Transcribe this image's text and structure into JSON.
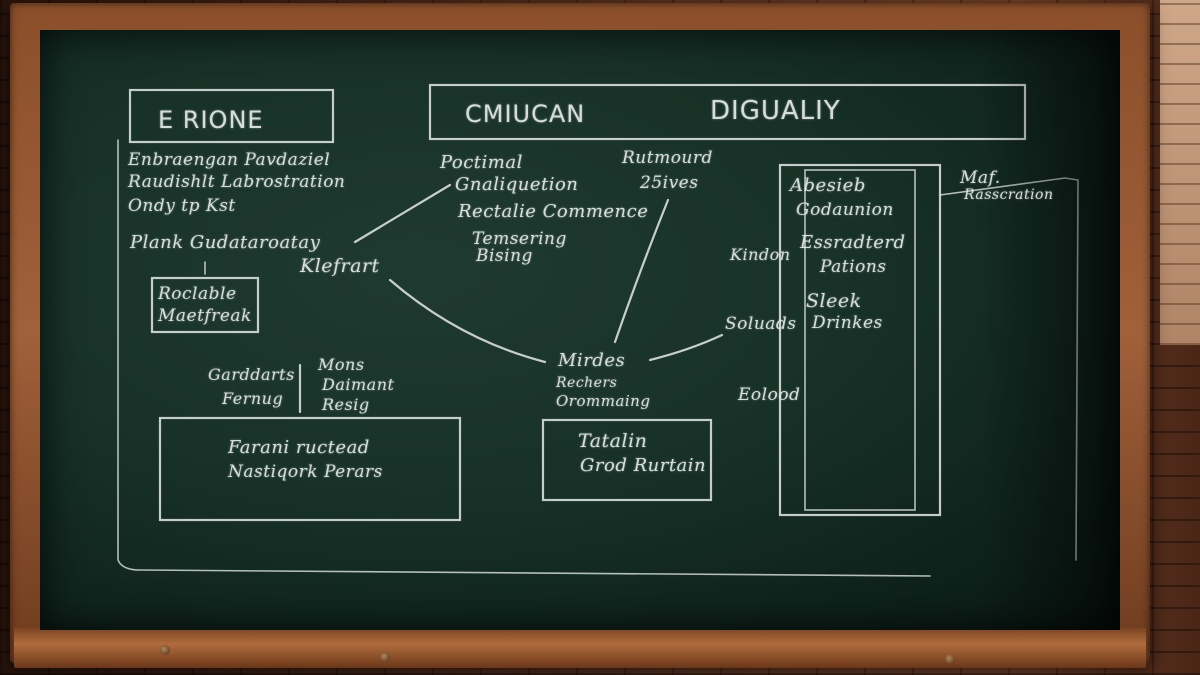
{
  "titles": {
    "left": "E RIONE",
    "center_left": "CMIUCAN",
    "center_right": "DIGUALIY"
  },
  "left_notes": {
    "line1": "Enbraengan Pavdaziel",
    "line2": "Raudishlt Labrostration",
    "line3": "Ondy tp Kst",
    "line4": "Plank Gudataroatay",
    "box_line1": "Roclable",
    "box_line2": "Maetfreak",
    "node": "Klefrart"
  },
  "middle_left": {
    "col1_line1": "Garddarts",
    "col1_line2": "Fernug",
    "col2_line1": "Mons",
    "col2_line2": "Daimant",
    "col2_line3": "Resig",
    "box_line1": "Farani ructead",
    "box_line2": "Nastiqork Perars"
  },
  "center": {
    "line1": "Poctimal",
    "line2": "Gnaliquetion",
    "line3": "Rectalie Commence",
    "line4": "Temsering",
    "line5": "Bising",
    "top_right_line1": "Rutmourd",
    "top_right_line2": "25ives",
    "hub_line1": "Mirdes",
    "hub_line2": "Rechers",
    "hub_line3": "Orommaing",
    "box_line1": "Tatalin",
    "box_line2": "Grod Rurtain"
  },
  "right": {
    "side1": "Kindon",
    "side2": "Soluads",
    "side3": "Eolood",
    "col_line1": "Abesieb",
    "col_line2": "Godaunion",
    "col_line3": "Essradterd",
    "col_line4": "Pations",
    "col_line5": "Sleek",
    "col_line6": "Drinkes",
    "far_line1": "Maf.",
    "far_line2": "Rasscration"
  }
}
